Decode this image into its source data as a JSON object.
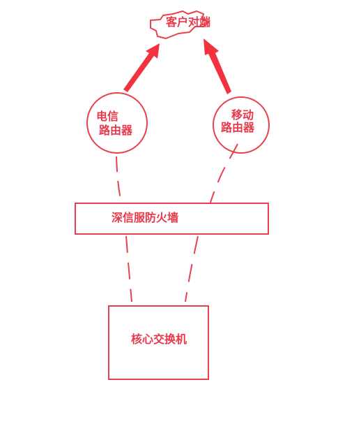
{
  "colors": {
    "stroke": "#e8404c",
    "arrow": "#f2333f",
    "text": "#e8384a",
    "background": "#ffffff"
  },
  "nodes": {
    "client": {
      "label": "客户对端",
      "shape": "cloud"
    },
    "telecom_router": {
      "label_line1": "电信",
      "label_line2": "路由器",
      "shape": "circle"
    },
    "mobile_router": {
      "label_line1": "移动",
      "label_line2": "路由器",
      "shape": "circle"
    },
    "firewall": {
      "label": "深信服防火墙",
      "shape": "rectangle"
    },
    "core_switch": {
      "label": "核心交换机",
      "shape": "rectangle"
    }
  },
  "edges": [
    {
      "from": "telecom_router",
      "to": "client",
      "style": "arrow"
    },
    {
      "from": "mobile_router",
      "to": "client",
      "style": "arrow"
    },
    {
      "from": "firewall",
      "to": "telecom_router",
      "style": "dashed"
    },
    {
      "from": "firewall",
      "to": "mobile_router",
      "style": "dashed"
    },
    {
      "from": "core_switch",
      "to": "firewall",
      "style": "dashed"
    },
    {
      "from": "core_switch",
      "to": "firewall",
      "style": "dashed"
    }
  ]
}
